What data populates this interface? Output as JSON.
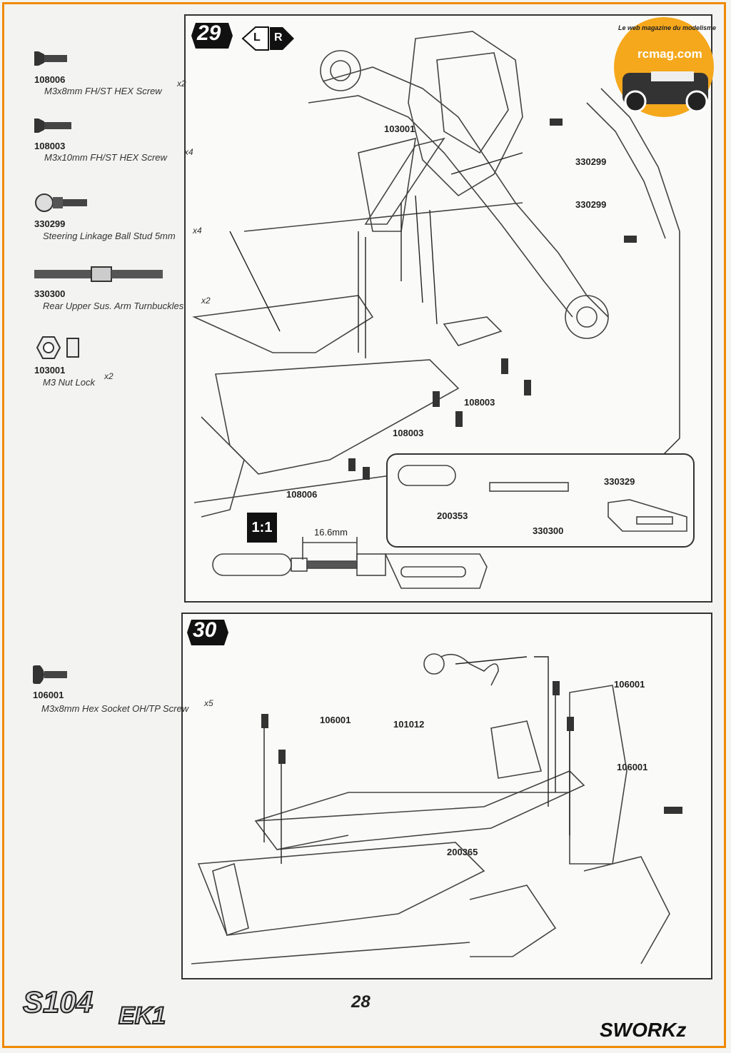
{
  "step29": {
    "number": "29",
    "side_l": "L",
    "side_r": "R",
    "parts": [
      {
        "id": "108006",
        "name": "M3x8mm FH/ST HEX Screw",
        "qty": "x2"
      },
      {
        "id": "108003",
        "name": "M3x10mm FH/ST HEX Screw",
        "qty": "x4"
      },
      {
        "id": "330299",
        "name": "Steering Linkage Ball Stud 5mm",
        "qty": "x4"
      },
      {
        "id": "330300",
        "name": "Rear Upper Sus. Arm Turnbuckles",
        "qty": "x2"
      },
      {
        "id": "103001",
        "name": "M3 Nut Lock",
        "qty": "x2"
      }
    ],
    "callouts": {
      "nut": "103001",
      "stud_a": "330299",
      "stud_b": "330299",
      "screw_a": "108003",
      "screw_b": "108003",
      "screw_c": "108006",
      "inset_end": "200353",
      "inset_rod": "330300",
      "inset_arm": "330329"
    },
    "scale_label": "1:1",
    "dimension": "16.6mm"
  },
  "step30": {
    "number": "30",
    "parts": [
      {
        "id": "106001",
        "name": "M3x8mm Hex Socket OH/TP Screw",
        "qty": "x5"
      }
    ],
    "callouts": {
      "screw_left": "106001",
      "mount": "101012",
      "screw_top": "106001",
      "screw_side": "106001",
      "brace": "200365"
    }
  },
  "footer": {
    "page_number": "28",
    "model_logo": "S104 EK1",
    "brand_logo": "SWORKz"
  },
  "watermark": {
    "site": "rcmag.com",
    "tagline": "Le web magazine du modelisme"
  },
  "colors": {
    "frame": "#f08a00",
    "logo": "#f5a81c"
  }
}
